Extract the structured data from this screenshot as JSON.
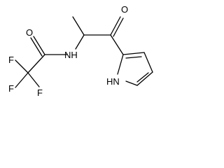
{
  "molecule": {
    "atoms": {
      "o_amide": "O",
      "nh_amide": "NH",
      "f_top": "F",
      "f_left": "F",
      "f_bottom": "F",
      "o_ketone": "O",
      "nh_pyrrole": "HN"
    },
    "colors": {
      "bond": "#000000",
      "label": "#000000",
      "background": "#ffffff"
    }
  }
}
